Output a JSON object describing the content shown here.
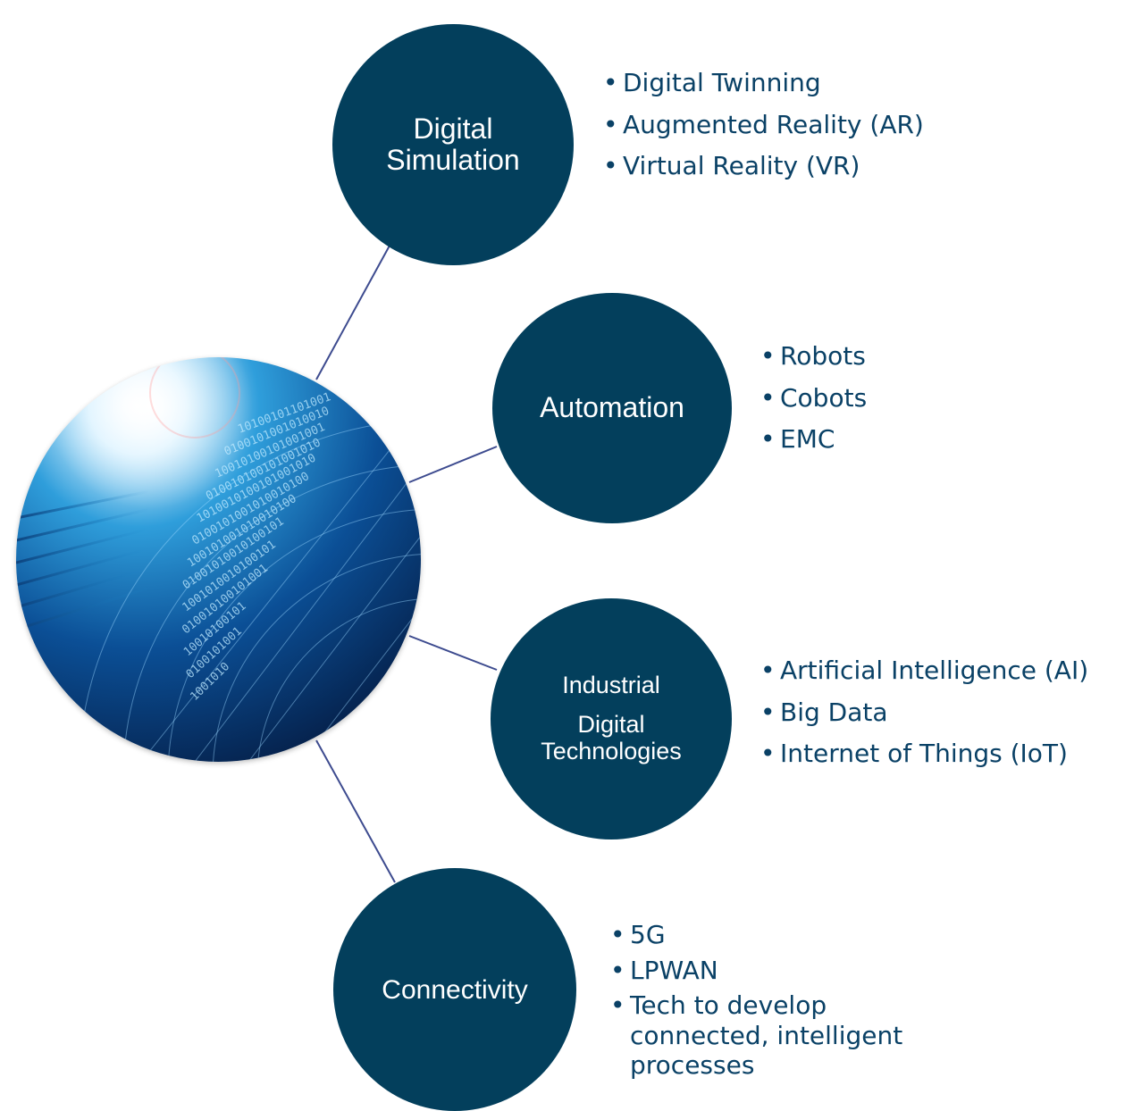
{
  "colors": {
    "node_fill": "#033f5c",
    "line": "#3d4b8f",
    "bullet_text": "#0a4166"
  },
  "hub": {
    "image": "globe-binary-digital-image"
  },
  "nodes": [
    {
      "label_lines": [
        "Digital",
        "Simulation"
      ],
      "items": [
        "Digital Twinning",
        "Augmented Reality (AR)",
        "Virtual Reality (VR)"
      ]
    },
    {
      "label_lines": [
        "Automation"
      ],
      "items": [
        "Robots",
        "Cobots",
        "EMC"
      ]
    },
    {
      "label_lines": [
        "Industrial",
        "Digital",
        "Technologies"
      ],
      "items": [
        "Artificial Intelligence (AI)",
        "Big Data",
        "Internet of Things (IoT)"
      ]
    },
    {
      "label_lines": [
        "Connectivity"
      ],
      "items": [
        "5G",
        "LPWAN",
        "Tech to develop connected, intelligent processes"
      ]
    }
  ]
}
